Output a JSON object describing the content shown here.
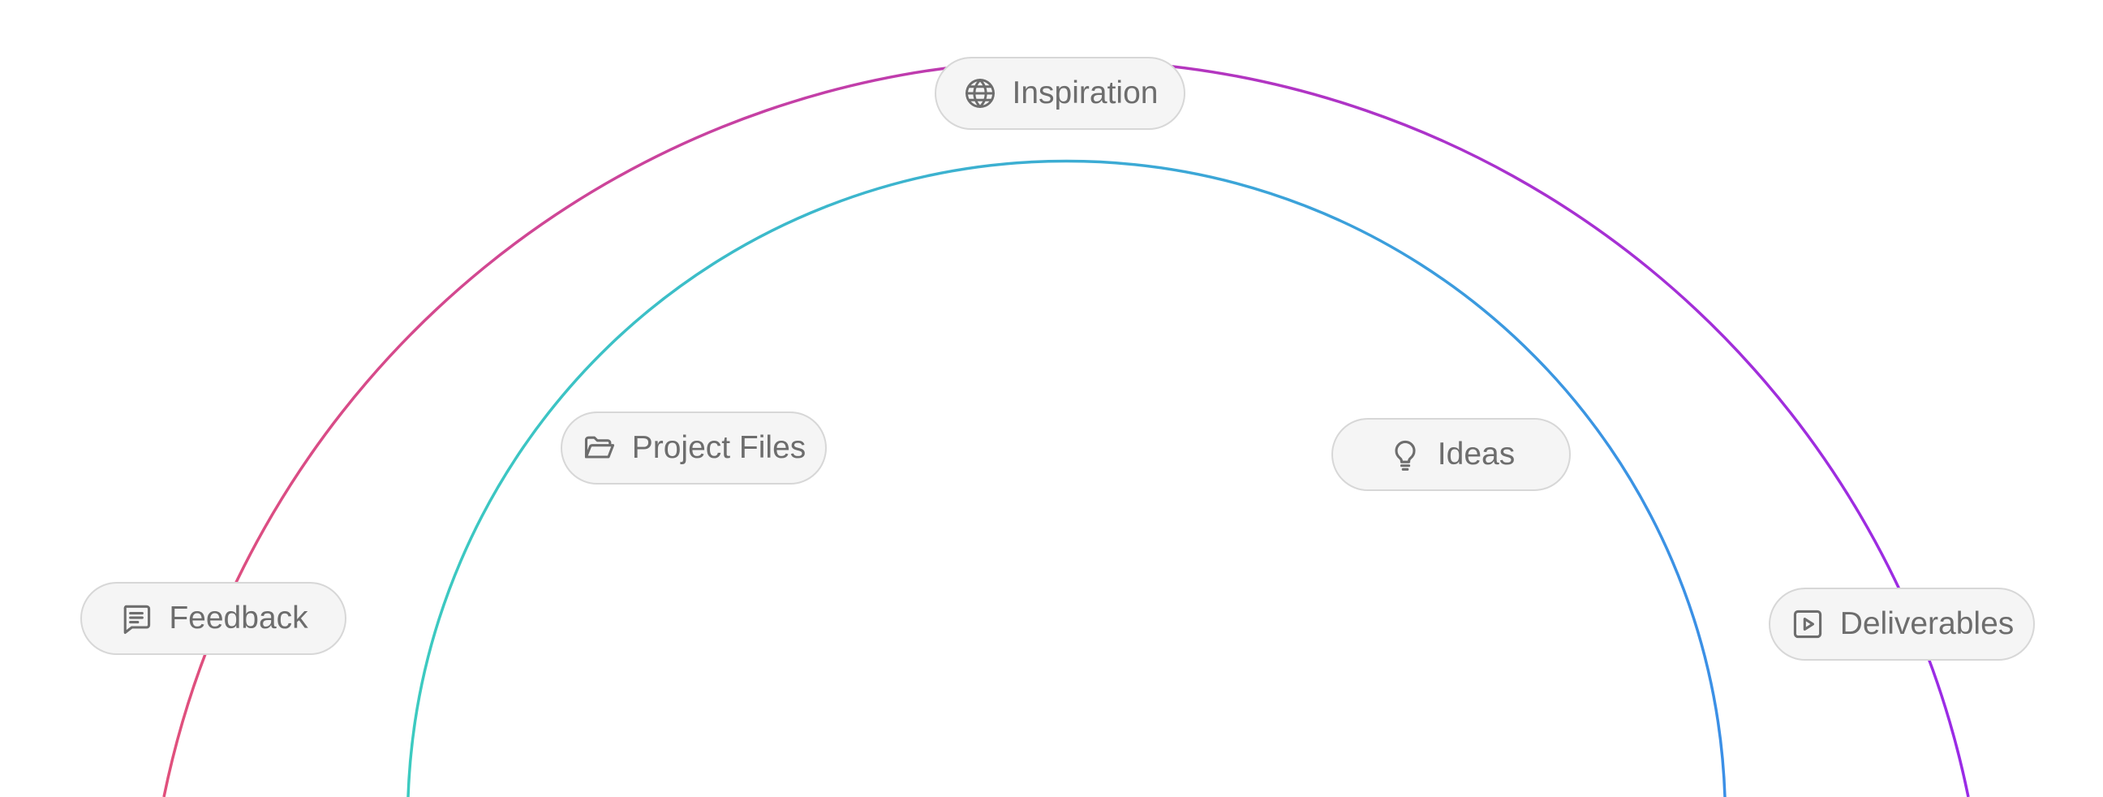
{
  "diagram": {
    "nodes": [
      {
        "id": "inspiration",
        "label": "Inspiration",
        "icon": "globe-icon"
      },
      {
        "id": "project-files",
        "label": "Project Files",
        "icon": "folder-open-icon"
      },
      {
        "id": "ideas",
        "label": "Ideas",
        "icon": "lightbulb-icon"
      },
      {
        "id": "feedback",
        "label": "Feedback",
        "icon": "message-square-text-icon"
      },
      {
        "id": "deliverables",
        "label": "Deliverables",
        "icon": "play-square-icon"
      }
    ],
    "colors": {
      "outer_arc_start": "#e0507c",
      "outer_arc_mid": "#b838b8",
      "outer_arc_end": "#9a2be6",
      "inner_arc_start": "#3ccac0",
      "inner_arc_end": "#3b8fe6",
      "pill_background": "#f5f5f5",
      "pill_border": "#d7d7d7",
      "text": "#6d6d6d"
    }
  }
}
